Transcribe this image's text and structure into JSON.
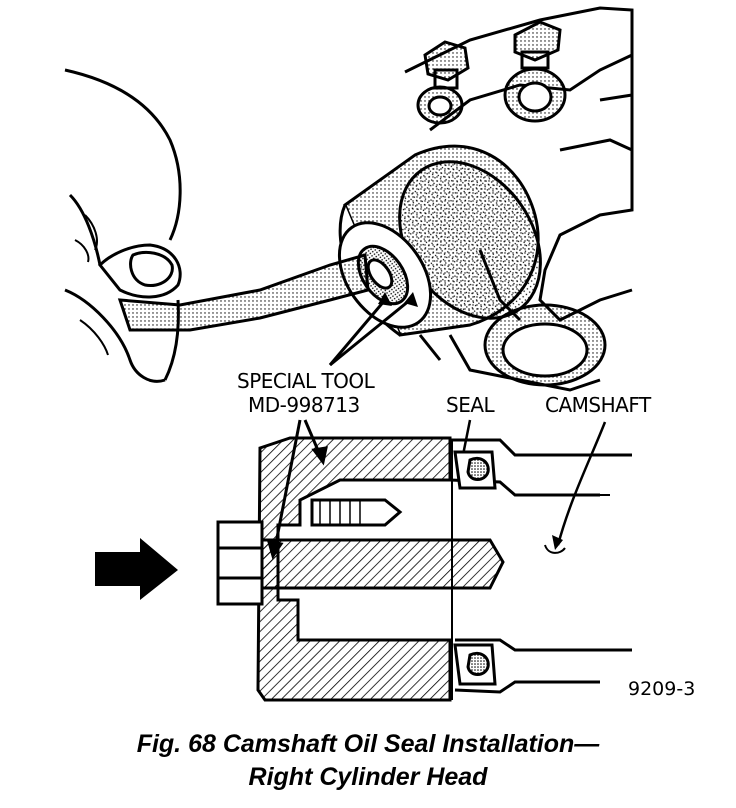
{
  "callouts": {
    "special_tool_line1": "SPECIAL TOOL",
    "special_tool_line2": "MD-998713",
    "seal": "SEAL",
    "camshaft": "CAMSHAFT"
  },
  "figure_id": "9209-3",
  "caption": {
    "line1": "Fig. 68 Camshaft Oil Seal Installation—",
    "line2": "Right Cylinder Head"
  },
  "icons": [
    "hand-holding-tool",
    "engine-cylinder-head",
    "direction-arrow-icon"
  ]
}
